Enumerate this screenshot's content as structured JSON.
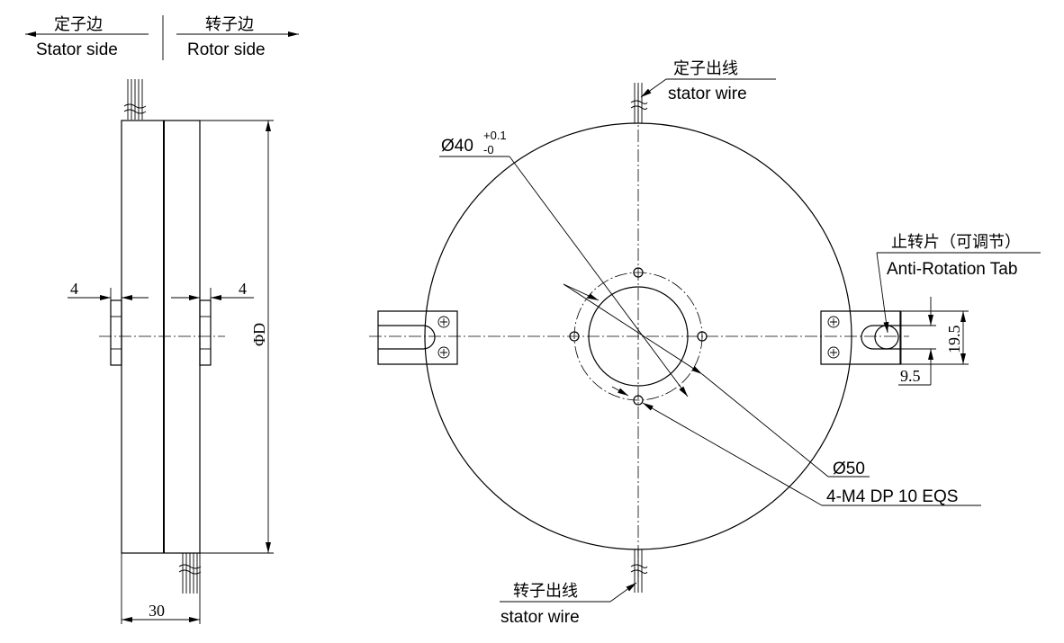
{
  "side_view": {
    "stator_side_cn": "定子边",
    "stator_side_en": "Stator side",
    "rotor_side_cn": "转子边",
    "rotor_side_en": "Rotor side",
    "dim_left_tab": "4",
    "dim_right_tab": "4",
    "dim_diameter": "ΦD",
    "dim_width": "30"
  },
  "front_view": {
    "top_wire_cn": "定子出线",
    "top_wire_en": "stator wire",
    "bottom_wire_cn": "转子出线",
    "bottom_wire_en": "stator wire",
    "bore_dim": "Ø40",
    "bore_tol_upper": "+0.1",
    "bore_tol_lower": "-0",
    "outer_dim": "Ø50",
    "holes_note": "4-M4 DP 10 EQS",
    "tab_cn": "止转片（可调节）",
    "tab_en": "Anti-Rotation Tab",
    "tab_height_dim": "19.5",
    "tab_slot_dim": "9.5"
  }
}
